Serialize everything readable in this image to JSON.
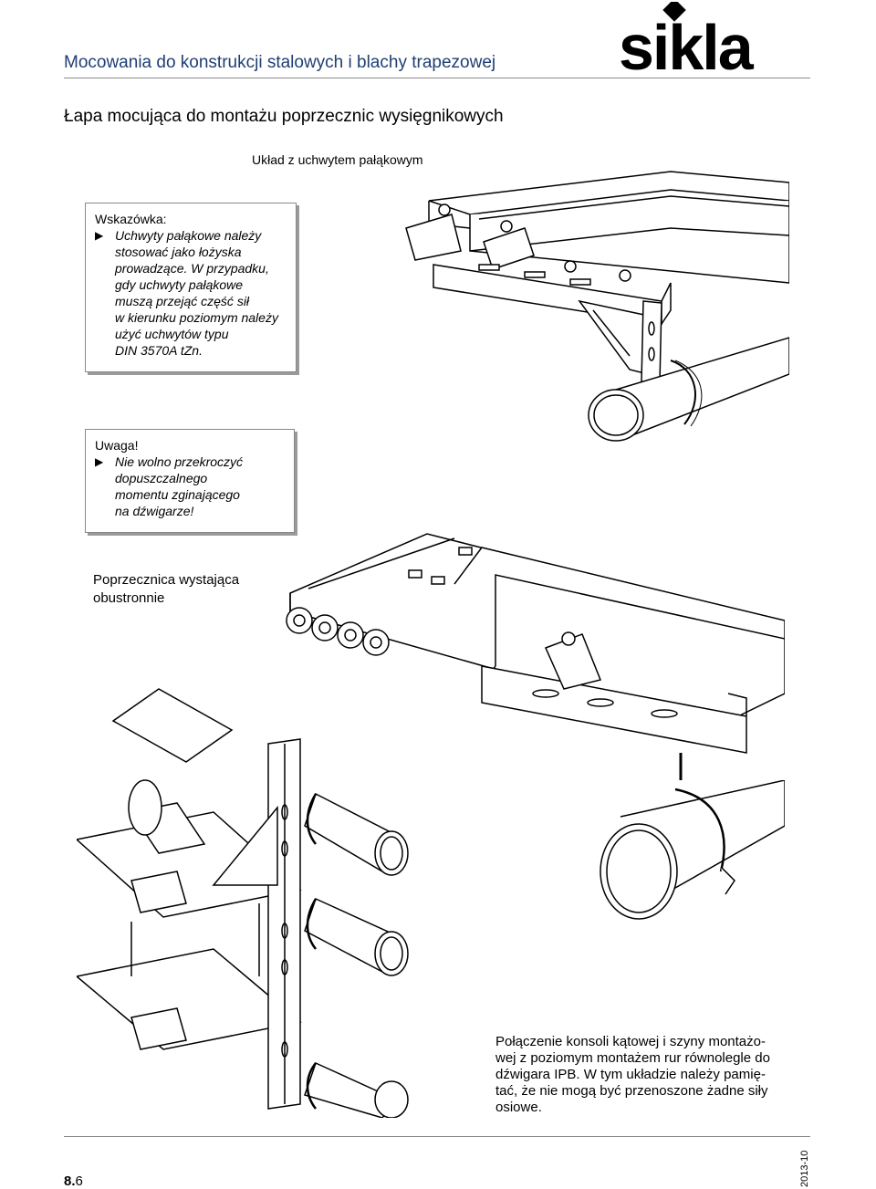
{
  "header": {
    "section_title": "Mocowania do konstrukcji stalowych i blachy trapezowej",
    "logo_text": "sikla"
  },
  "page_title": "Łapa mocująca do montażu poprzecznic wysięgnikowych",
  "section_label": "Układ z uchwytem pałąkowym",
  "note_box": {
    "heading": "Wskazówka:",
    "lines": [
      "Uchwyty pałąkowe należy",
      "stosować jako łożyska",
      "prowadzące. W przypadku,",
      "gdy uchwyty pałąkowe",
      "muszą przejąć część sił",
      "w kierunku poziomym należy",
      "użyć uchwytów typu",
      "DIN 3570A tZn."
    ]
  },
  "warn_box": {
    "heading": "Uwaga!",
    "lines": [
      "Nie wolno przekroczyć",
      "dopuszczalnego",
      "momentu zginającego",
      "na dźwigarze!"
    ]
  },
  "second_label": [
    "Poprzecznica wystająca",
    "obustronnie"
  ],
  "caption": [
    "Połączenie konsoli kątowej i szyny montażo-",
    "wej z poziomym montażem rur równolegle do",
    "dźwigara IPB. W tym układzie należy pamię-",
    "tać, że nie mogą być przenoszone żadne siły",
    "osiowe."
  ],
  "footer": {
    "chapter": "8.",
    "page": "6",
    "date": "2013-10"
  },
  "colors": {
    "header_blue": "#1f3f73"
  }
}
